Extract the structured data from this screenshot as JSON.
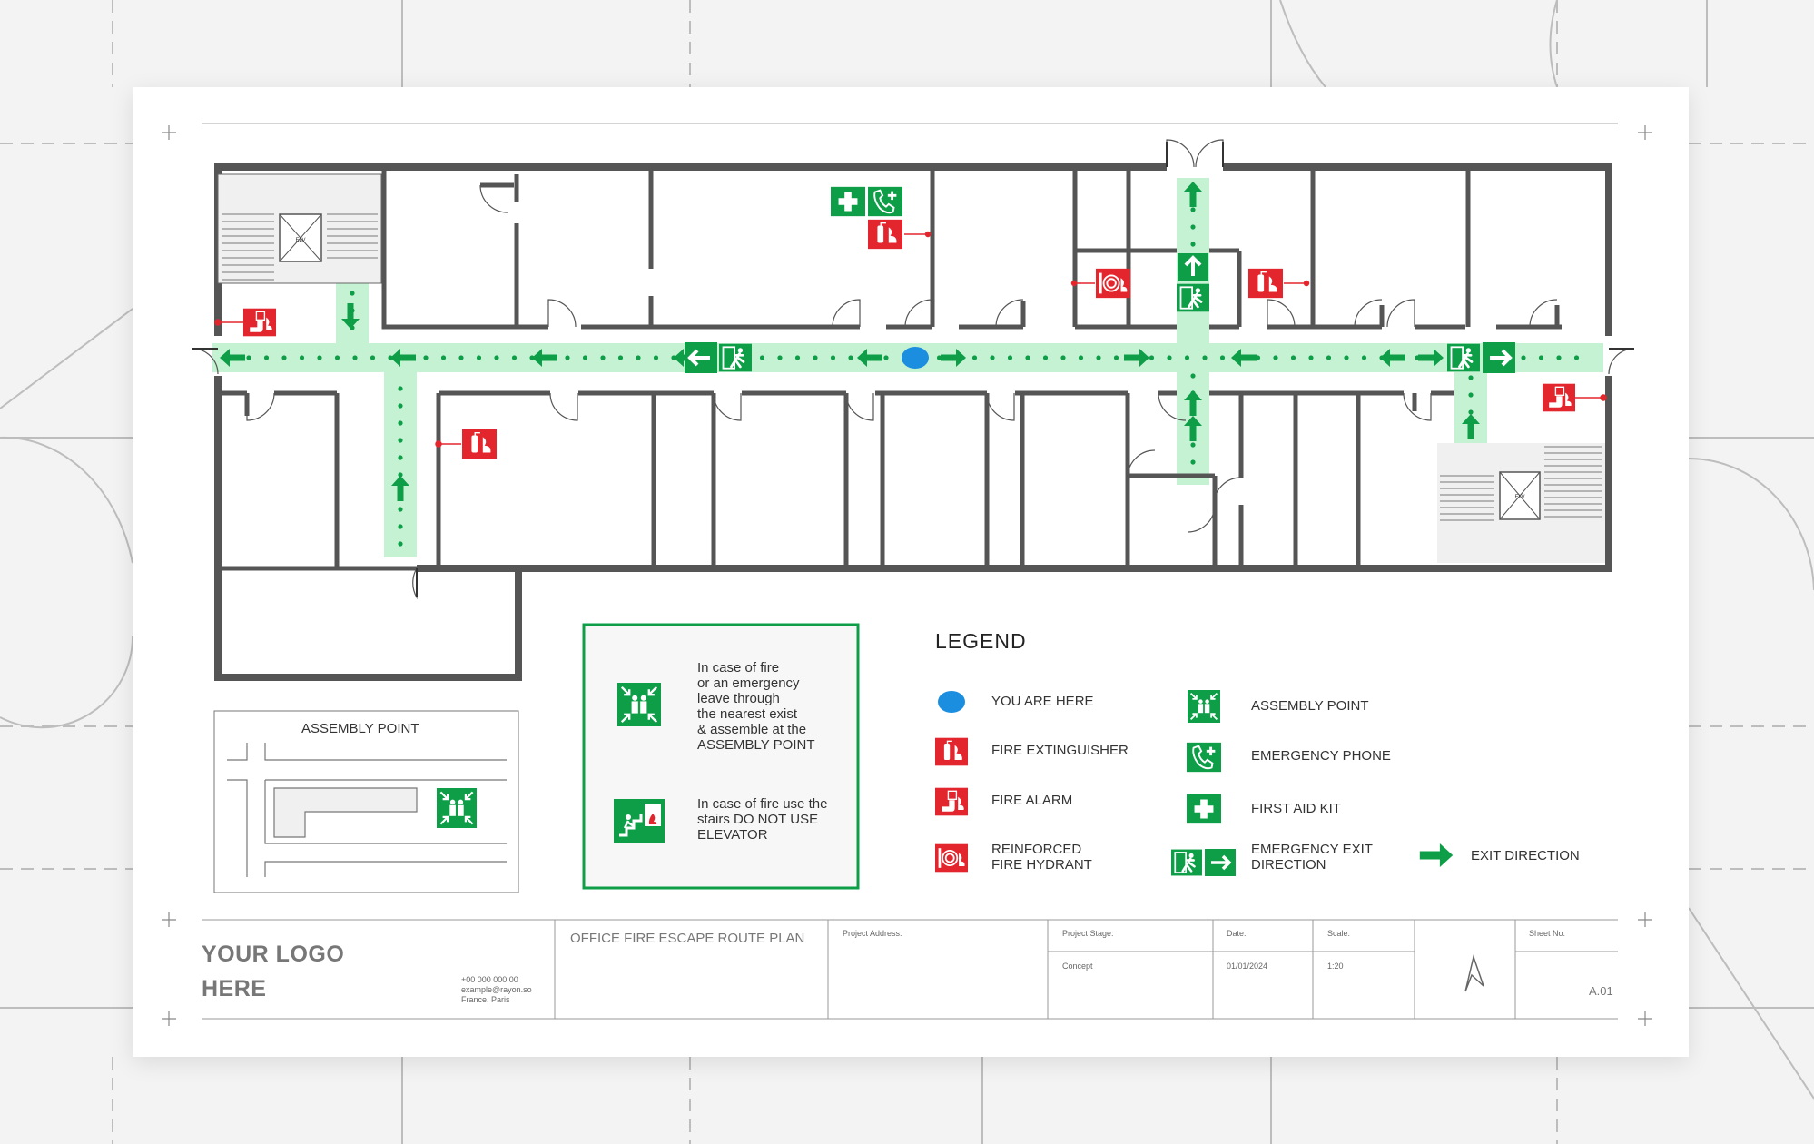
{
  "page": {
    "background_color": "#f3f3f3",
    "sheet_color": "#ffffff"
  },
  "colors": {
    "exit_green": "#0e9e48",
    "route_light_green": "#c6f2d4",
    "fire_red": "#e3262d",
    "wall": "#555555",
    "you_are_here_blue": "#1c8ee0"
  },
  "floor_plan": {
    "elevator_labels": [
      "ELV",
      "ELV"
    ],
    "icons": [
      "first-aid-icon",
      "emergency-phone-icon",
      "fire-extinguisher-icon",
      "fire-alarm-icon",
      "fire-hydrant-icon",
      "emergency-exit-icon",
      "exit-arrow-icon",
      "you-are-here-icon"
    ]
  },
  "assembly_map": {
    "title": "ASSEMBLY POINT"
  },
  "info_box": {
    "instruction_1": "In case of fire or an emergency leave through the nearest exist & assemble at the ASSEMBLY POINT",
    "instruction_1_lines": [
      "In case of fire",
      "or an emergency",
      "leave through",
      "the nearest exist",
      "& assemble at the",
      "ASSEMBLY POINT"
    ],
    "instruction_2_lines": [
      "In case of fire use the",
      "stairs DO NOT USE",
      "ELEVATOR"
    ]
  },
  "legend": {
    "title": "LEGEND",
    "items": [
      {
        "label": "YOU ARE HERE",
        "icon": "you-are-here-icon"
      },
      {
        "label": "FIRE EXTINGUISHER",
        "icon": "fire-extinguisher-icon"
      },
      {
        "label": "FIRE ALARM",
        "icon": "fire-alarm-icon"
      },
      {
        "label": "REINFORCED FIRE HYDRANT",
        "lines": [
          "REINFORCED",
          "FIRE HYDRANT"
        ],
        "icon": "fire-hydrant-icon"
      },
      {
        "label": "ASSEMBLY POINT",
        "icon": "assembly-point-icon"
      },
      {
        "label": "EMERGENCY PHONE",
        "icon": "emergency-phone-icon"
      },
      {
        "label": "FIRST AID KIT",
        "icon": "first-aid-icon"
      },
      {
        "label": "EMERGENCY EXIT DIRECTION",
        "lines": [
          "EMERGENCY EXIT",
          "DIRECTION"
        ],
        "icon": "emergency-exit-icon"
      },
      {
        "label": "EXIT DIRECTION",
        "icon": "exit-arrow-icon"
      }
    ]
  },
  "title_block": {
    "logo_lines": [
      "YOUR LOGO",
      "HERE"
    ],
    "contact_lines": [
      "+00 000 000 00",
      "example@rayon.so",
      "France, Paris"
    ],
    "plan_title": "OFFICE FIRE ESCAPE ROUTE PLAN",
    "project_address_label": "Project Address:",
    "project_stage_label": "Project Stage:",
    "project_stage_value": "Concept",
    "date_label": "Date:",
    "date_value": "01/01/2024",
    "scale_label": "Scale:",
    "scale_value": "1:20",
    "sheet_no_label": "Sheet No:",
    "sheet_no_value": "A.01",
    "north_icon": "north-arrow-icon"
  }
}
